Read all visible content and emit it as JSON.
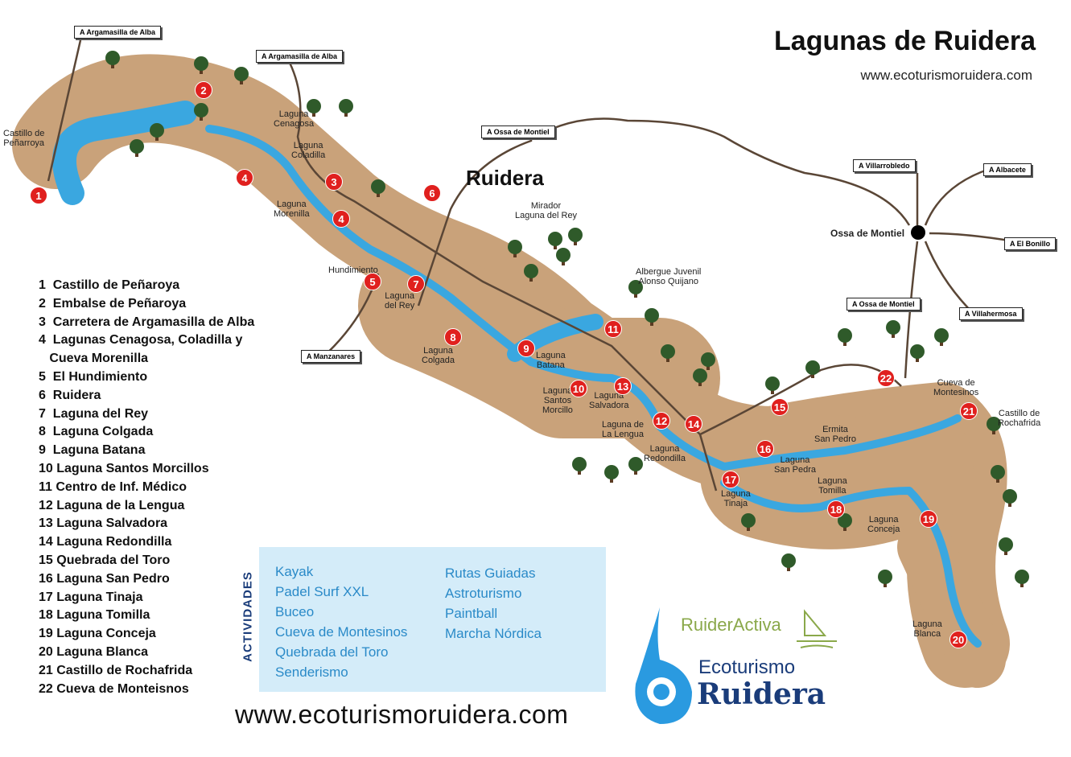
{
  "header": {
    "title": "Lagunas de Ruidera",
    "url": "www.ecoturismoruidera.com"
  },
  "town": "Ruidera",
  "roads": [
    "A Argamasilla de Alba",
    "A Argamasilla de Alba",
    "A Ossa de Montiel",
    "A Villarrobledo",
    "A Albacete",
    "A El Bonillo",
    "A Ossa de Montiel",
    "A Villahermosa",
    "A Manzanares"
  ],
  "map_labels": [
    "Castillo de\nPeñarroya",
    "Laguna\nCenagosa",
    "Laguna\nColadilla",
    "Laguna\nMorenilla",
    "Hundimiento",
    "Laguna\ndel Rey",
    "Laguna\nColgada",
    "Mirador\nLaguna del Rey",
    "Albergue Juvenil\nAlonso Quijano",
    "Laguna\nBatana",
    "Laguna\nSantos\nMorcillo",
    "Laguna\nSalvadora",
    "Laguna de\nLa Lengua",
    "Laguna\nRedondilla",
    "Laguna\nTinaja",
    "Ermita\nSan Pedro",
    "Laguna\nSan Pedra",
    "Laguna\nTomilla",
    "Laguna\nConceja",
    "Cueva de\nMontesinos",
    "Castillo de\nRochafrida",
    "Laguna\nBlanca",
    "Ossa de Montiel"
  ],
  "markers": [
    "1",
    "2",
    "3",
    "4",
    "4",
    "5",
    "6",
    "7",
    "8",
    "9",
    "10",
    "11",
    "12",
    "13",
    "14",
    "15",
    "16",
    "17",
    "18",
    "19",
    "20",
    "21",
    "22"
  ],
  "legend": [
    "1  Castillo de Peñaroya",
    "2  Embalse de Peñaroya",
    "3  Carretera de Argamasilla de Alba",
    "4  Lagunas Cenagosa, Coladilla y",
    "   Cueva Morenilla",
    "5  El Hundimiento",
    "6  Ruidera",
    "7  Laguna del Rey",
    "8  Laguna Colgada",
    "9  Laguna Batana",
    "10 Laguna Santos Morcillos",
    "11 Centro de Inf. Médico",
    "12 Laguna de la Lengua",
    "13 Laguna Salvadora",
    "14 Laguna Redondilla",
    "15 Quebrada del Toro",
    "16 Laguna San Pedro",
    "17 Laguna Tinaja",
    "18 Laguna Tomilla",
    "19 Laguna Conceja",
    "20 Laguna Blanca",
    "21 Castillo de Rochafrida",
    "22 Cueva de Monteisnos"
  ],
  "activities": {
    "heading": "ACTIVIDADES",
    "col1": [
      "Kayak",
      "Padel Surf XXL",
      "Buceo",
      "Cueva de Montesinos",
      "Quebrada del Toro",
      "Senderismo"
    ],
    "col2": [
      "Rutas Guiadas",
      "Astroturismo",
      "Paintball",
      "Marcha Nórdica"
    ]
  },
  "brand": {
    "ruideractiva": "RuiderActiva",
    "line1": "Ecoturismo",
    "line2": "Ruidera"
  },
  "footer_url": "www.ecoturismoruidera.com",
  "colors": {
    "land": "#c9a27a",
    "water": "#3aa7e0",
    "marker": "#e0201e",
    "tree": "#2f5a2a",
    "activities_bg": "#d4ecf9"
  }
}
